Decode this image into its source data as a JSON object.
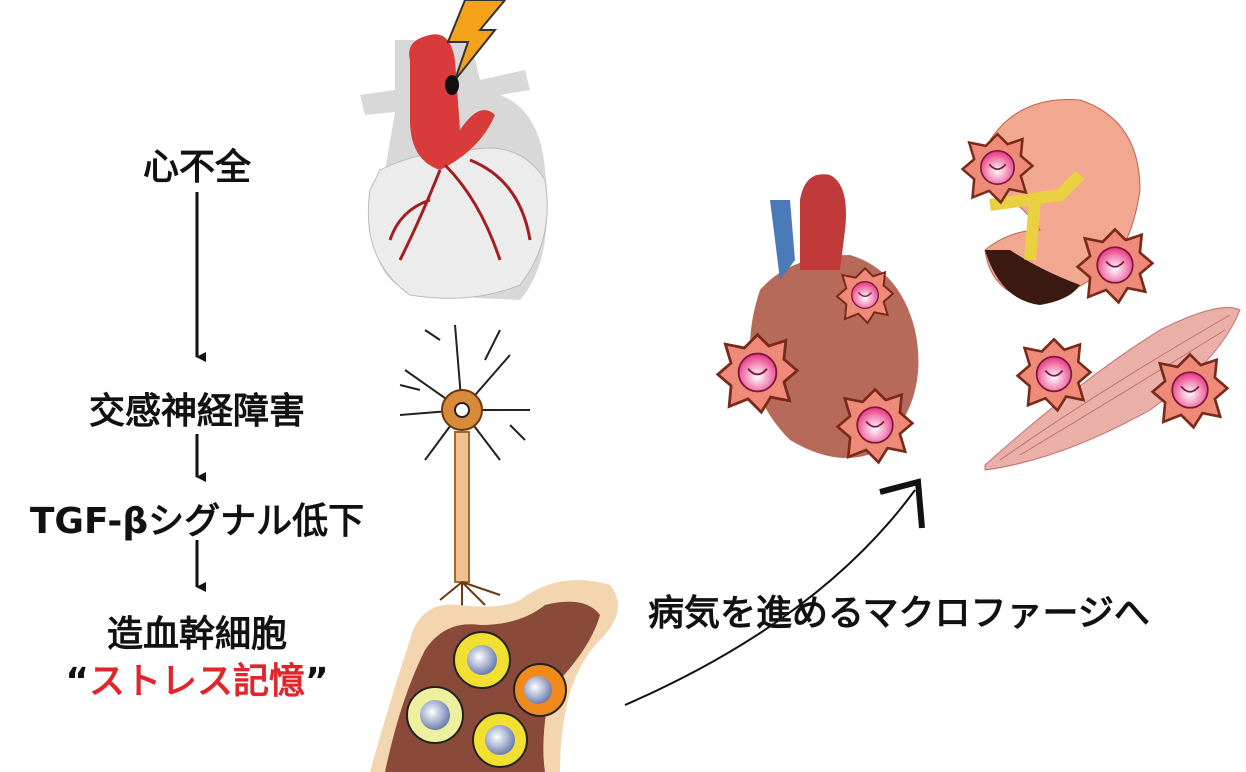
{
  "flow": {
    "step1": "心不全",
    "step2": "交感神経障害",
    "step3": "TGF-βシグナル低下",
    "step4": "造血幹細胞",
    "step5_open_quote": "“",
    "step5_text": "ストレス記憶",
    "step5_close_quote": "”"
  },
  "outcome": "病気を進めるマクロファージへ",
  "colors": {
    "accent_red": "#e0252b",
    "macrophage": "#f08a78",
    "nucleus": "#e8317f"
  }
}
